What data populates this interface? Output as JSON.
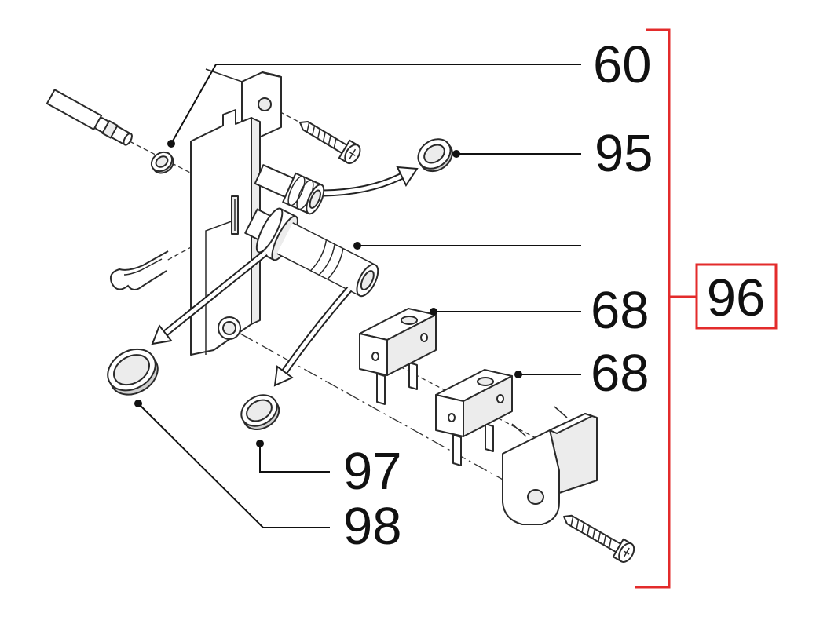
{
  "diagram": {
    "callouts": {
      "c60": "60",
      "c95": "95",
      "c68_upper": "68",
      "c68_lower": "68",
      "c97": "97",
      "c98": "98"
    },
    "assembly_label": "96"
  },
  "colors": {
    "assembly_bracket": "#e32b2b",
    "linework": "#1a1a1a"
  }
}
